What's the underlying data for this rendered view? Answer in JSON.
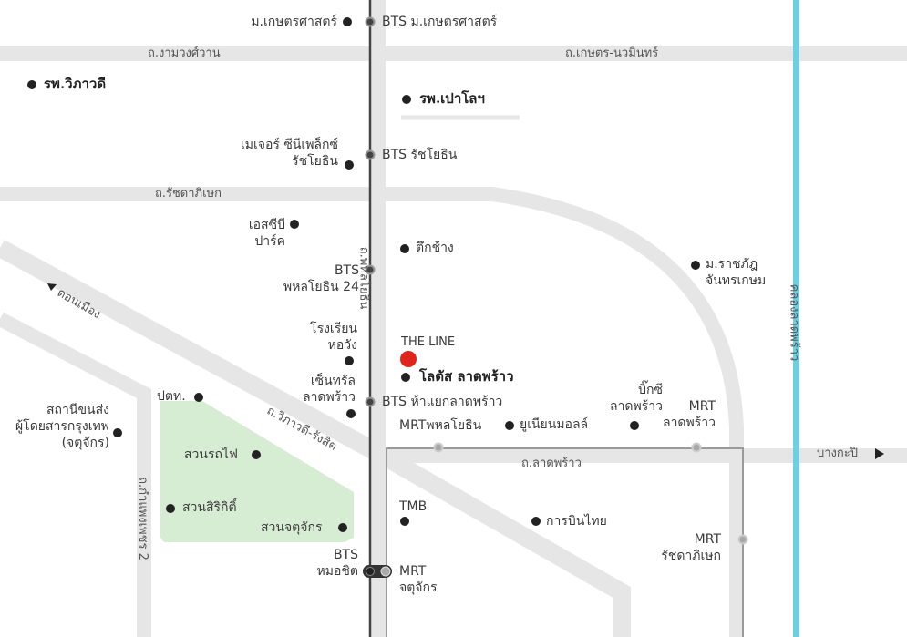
{
  "colors": {
    "road": "#e6e6e6",
    "bts": "#444444",
    "mrt": "#9a9a9a",
    "canal": "#6fcfe0",
    "park": "#d6ecd3",
    "project": "#e0241b"
  },
  "roads": {
    "ngamwongwan": "ถ.งามวงศ์วาน",
    "kaset_nawamin": "ถ.เกษตร-นวมินทร์",
    "ratchadaphisek": "ถ.รัชดาภิเษก",
    "phahonyothin": "ถ.พหลโยธิน",
    "vibhavadi": "ถ.วิภาวดี-รังสิต",
    "lat_phrao": "ถ.ลาดพร้าว",
    "kamphaeng_phet": "ถ.กำแพงเพชร 2",
    "canal": "คลองลาดพร้าว",
    "don_mueang": "ดอนเมือง",
    "bang_kapi": "บางกะปิ"
  },
  "project": {
    "name": "THE LINE"
  },
  "places": {
    "ku": "ม.เกษตรศาสตร์",
    "vibhavadi_hosp": "รพ.วิภาวดี",
    "paolo_hosp": "รพ.เปาโลฯ",
    "major": [
      "เมเจอร์ ซีนีเพล็กซ์",
      "รัชโยธิน"
    ],
    "scb": [
      "เอสซีบี",
      "ปาร์ค"
    ],
    "elephant": "ตึกช้าง",
    "ratchabhat": [
      "ม.ราชภัฎ",
      "จันทรเกษม"
    ],
    "horwang": [
      "โรงเรียน",
      "หอวัง"
    ],
    "lotus": "โลตัส ลาดพร้าว",
    "central": [
      "เซ็นทรัล",
      "ลาดพร้าว"
    ],
    "ptt": "ปตท.",
    "bus_terminal": [
      "สถานีขนส่ง",
      "ผู้โดยสารกรุงเทพ",
      "(จตุจักร)"
    ],
    "railway_park": "สวนรถไฟ",
    "sirikit_park": "สวนสิริกิติ์",
    "chatuchak_park": "สวนจตุจักร",
    "union_mall": "ยูเนียนมอลล์",
    "bigc": [
      "บิ๊กซี",
      "ลาดพร้าว"
    ],
    "tmb": "TMB",
    "thai_airways": "การบินไทย"
  },
  "stations": {
    "bts_ku": "BTS ม.เกษตรศาสตร์",
    "bts_ratchayothin": "BTS รัชโยธิน",
    "bts_24": [
      "BTS",
      "พหลโยธิน 24"
    ],
    "bts_hayaek": "BTS ห้าแยกลาดพร้าว",
    "mrt_phahon": "MRTพหลโยธิน",
    "mrt_ladphrao": [
      "MRT",
      "ลาดพร้าว"
    ],
    "mrt_ratchada": [
      "MRT",
      "รัชดาภิเษก"
    ],
    "bts_mochit": [
      "BTS",
      "หมอชิต"
    ],
    "mrt_chatuchak": [
      "MRT",
      "จตุจักร"
    ]
  }
}
